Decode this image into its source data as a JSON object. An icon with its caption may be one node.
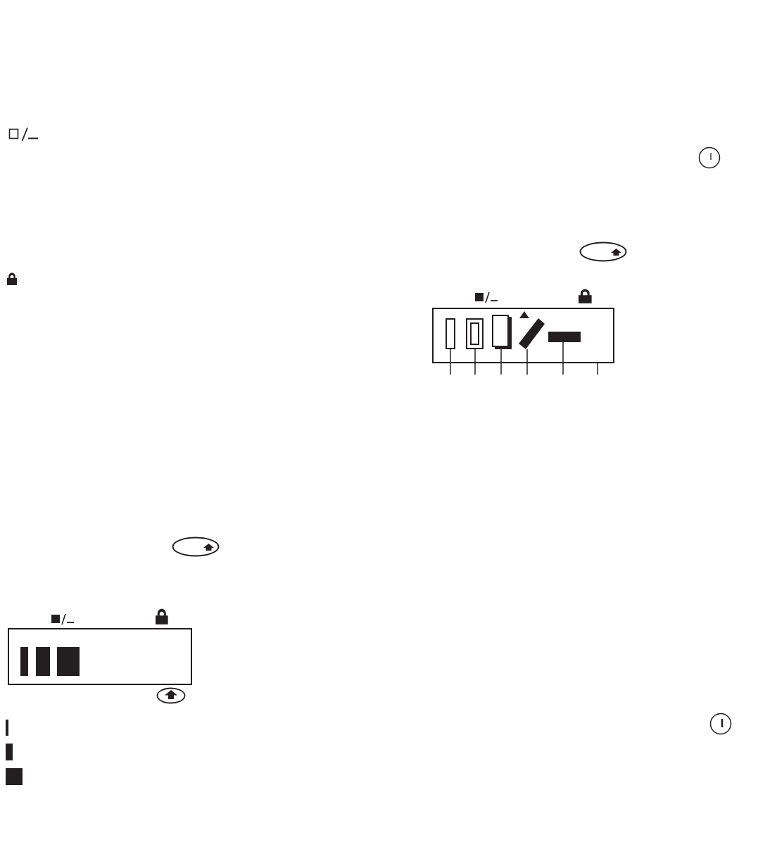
{
  "diagram": {
    "nodes": [
      {
        "text": [],
        "shape": "box"
      },
      {
        "text": [],
        "shape": "bar",
        "in": 0
      },
      {
        "text": [],
        "shape": "bar",
        "in": 0
      },
      {
        "text": [],
        "shape": "bar",
        "in": 0
      },
      {
        "text": [],
        "shape": "bar",
        "in": 0
      },
      {
        "text": [],
        "shape": "bar",
        "in": 0
      }
    ],
    "edges": [
      {
        "from": null,
        "to": 1,
        "arrow": "none"
      },
      {
        "from": null,
        "to": 2,
        "arrow": "none"
      },
      {
        "from": null,
        "to": 3,
        "arrow": "none"
      },
      {
        "from": null,
        "to": 4,
        "arrow": "none"
      },
      {
        "from": null,
        "to": 5,
        "arrow": "none"
      },
      {
        "from": null,
        "to": 0,
        "arrow": "none"
      }
    ]
  }
}
